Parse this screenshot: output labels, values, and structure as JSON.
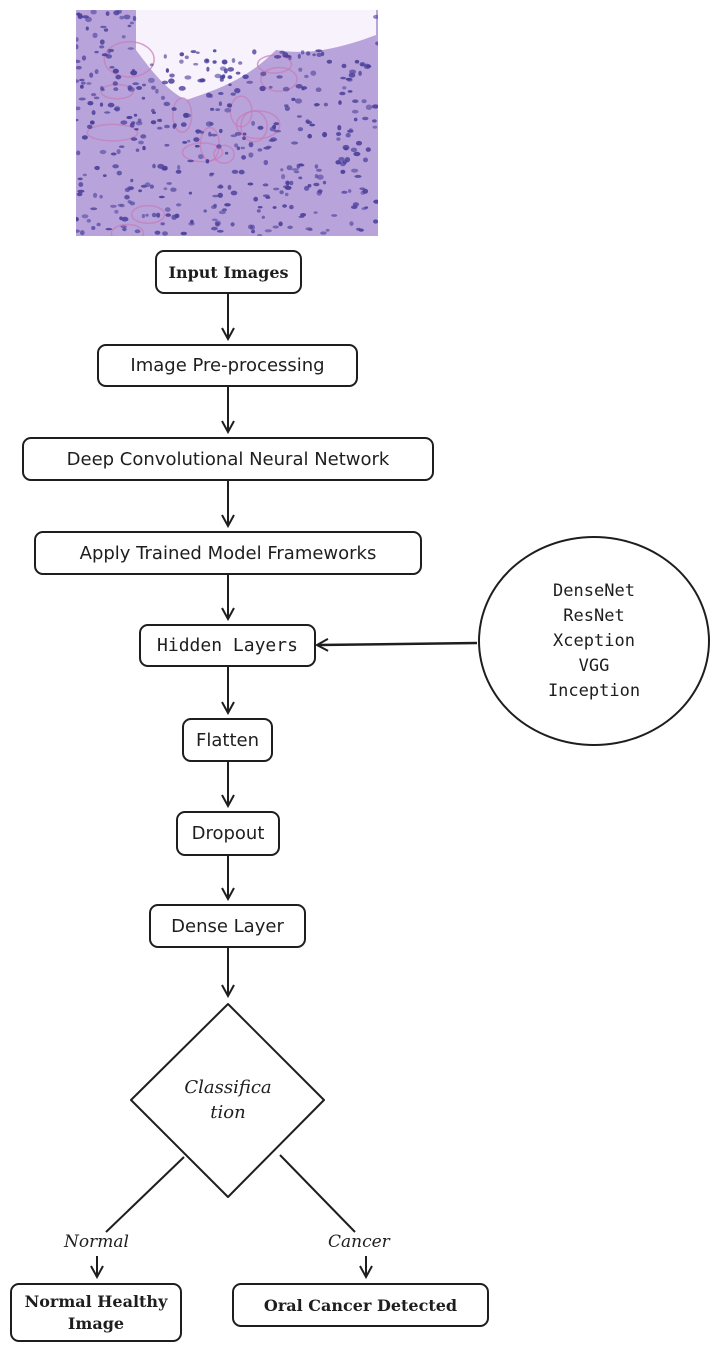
{
  "flow": {
    "input": "Input Images",
    "preprocess": "Image Pre-processing",
    "dcnn": "Deep Convolutional Neural Network",
    "frameworks": "Apply Trained Model Frameworks",
    "hidden": "Hidden Layers",
    "flatten": "Flatten",
    "dropout": "Dropout",
    "dense": "Dense Layer",
    "classification_line1": "Classifica",
    "classification_line2": "tion"
  },
  "models": [
    "DenseNet",
    "ResNet",
    "Xception",
    "VGG",
    "Inception"
  ],
  "branches": {
    "normal_label": "Normal",
    "cancer_label": "Cancer",
    "normal_out_line1": "Normal Healthy",
    "normal_out_line2": "Image",
    "cancer_out": "Oral Cancer Detected"
  },
  "colors": {
    "stroke": "#1e1e1e",
    "tissue_bg": "#b8a4da",
    "nuclei": "#4a3f9a"
  }
}
